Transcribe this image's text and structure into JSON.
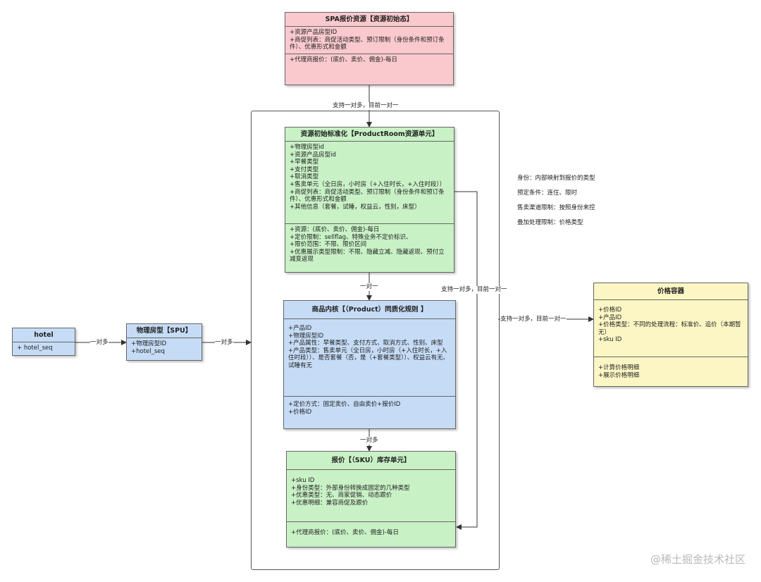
{
  "spa": {
    "title": "SPA报价资源【资源初始态】",
    "sec1": [
      "+资源产品房型ID",
      "+商促列表：商促活动类型、预订限制（身份条件和预订条件）、优惠形式和金额"
    ],
    "sec2": [
      "+代理商报价：(底价、卖价、佣金)-每日"
    ]
  },
  "pr": {
    "title": "资源初始标准化【ProductRoom资源单元】",
    "sec1": [
      "+物理房型id",
      "+资源产品房型id",
      "+早餐类型",
      "+支付类型",
      "+取消类型",
      "+售卖单元（全日房，小时房（+入住时长，+入住时段））",
      "+商促列表：商促活动类型、预订限制（身份条件和预订条件）、优惠形式和金额",
      "+其他信息（套餐，试睡，权益云，性别，床型）"
    ],
    "sec2": [
      "+资源：(底价、卖价、佣金)-每日",
      "+定价限制：sellflag、特殊业务不定价标识、",
      "+限价范围：不限、限价区间",
      "+优惠展示类型限制：不限、隐藏立减、隐藏返现、预付立减变返现"
    ]
  },
  "hotel": {
    "title": "hotel",
    "sec1": [
      "+ hotel_seq"
    ]
  },
  "spu": {
    "title": "物理房型【SPU】",
    "sec1": [
      "+物理房型ID",
      "+hotel_seq"
    ]
  },
  "prod": {
    "title": "商品内核【（Product）同质化规则 】",
    "sec1": [
      "+产品ID",
      "+物理房型ID",
      "+产品属性：早餐类型、支付方式、取消方式、性别、床型",
      "+产品类型：售卖单元（全日房，小时房（+入住时长，+入住时段））、是否套餐（否，是（+套餐类型））、权益云有无、试睡有无"
    ],
    "sec2": [
      "+定价方式：固定卖价、自由卖价+报价ID",
      "+价格ID"
    ]
  },
  "sku": {
    "title": "报价【（SKU）库存单元】",
    "sec1": [
      "+sku ID",
      "+身份类型：外部身份转换成固定的几种类型",
      "+优惠类型：无、商家促销、动态跟价",
      "+优惠明细：兼容商促及跟价"
    ],
    "sec2": [
      "+代理商报价：(底价、卖价、佣金)-每日"
    ]
  },
  "price": {
    "title": "价格容器",
    "sec1": [
      "+价格ID",
      "+产品ID",
      "+价格类型：不同的处理流程：标准价、追价（本期暂无）",
      "+sku ID"
    ],
    "sec2": [
      "+计算价格明细",
      "+展示价格明细"
    ]
  },
  "labels": {
    "spa_pr": "支持一对多，目前一对一",
    "hotel_spu": "一对多",
    "spu_frame": "一对多",
    "pr_prod": "一对一",
    "prod_sku": "一对多",
    "right_loop": "支持一对多，目前一对一",
    "frame_price": "支持一对多，目前一对一"
  },
  "notes": [
    "身份：内部映射到报价的类型",
    "预定条件：连住、限时",
    "售卖渠道限制：按照身份来控",
    "叠加处理限制：价格类型"
  ],
  "watermark": "@稀土掘金技术社区"
}
